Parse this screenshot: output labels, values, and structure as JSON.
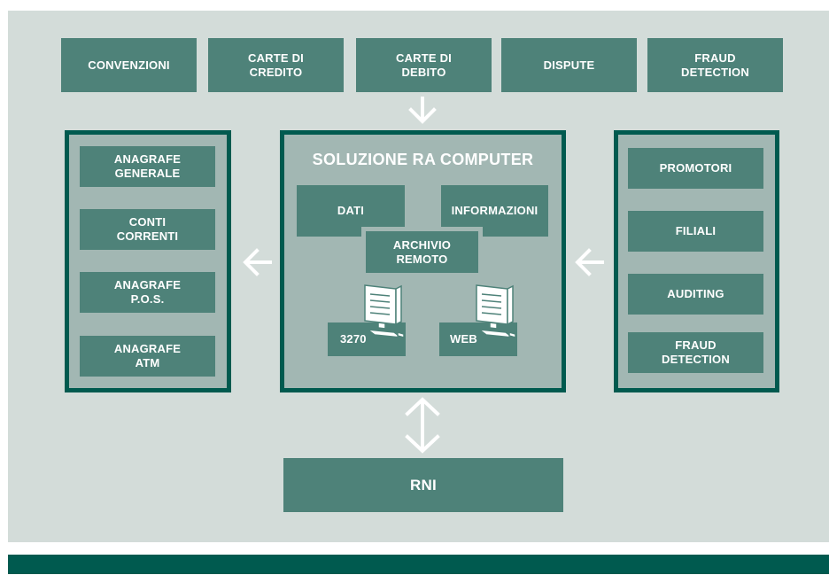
{
  "top_boxes": [
    "CONVENZIONI",
    "CARTE DI\nCREDITO",
    "CARTE DI\nDEBITO",
    "DISPUTE",
    "FRAUD\nDETECTION"
  ],
  "left_boxes": [
    "ANAGRAFE\nGENERALE",
    "CONTI\nCORRENTI",
    "ANAGRAFE\nP.O.S.",
    "ANAGRAFE\nATM"
  ],
  "right_boxes": [
    "PROMOTORI",
    "FILIALI",
    "AUDITING",
    "FRAUD\nDETECTION"
  ],
  "center": {
    "title": "SOLUZIONE RA COMPUTER",
    "dati": "DATI",
    "informazioni": "INFORMAZIONI",
    "archivio": "ARCHIVIO\nREMOTO",
    "terminal_3270": "3270",
    "web": "WEB"
  },
  "bottom": {
    "rni": "RNI"
  },
  "colors": {
    "panel": "#d3dcd9",
    "box": "#4e8279",
    "frame_border": "#005a4f",
    "frame_fill": "#a2b7b3",
    "footer": "#005a4f"
  },
  "icons": [
    "arrow-down-icon",
    "arrow-left-icon",
    "arrow-updown-icon",
    "computer-icon"
  ]
}
